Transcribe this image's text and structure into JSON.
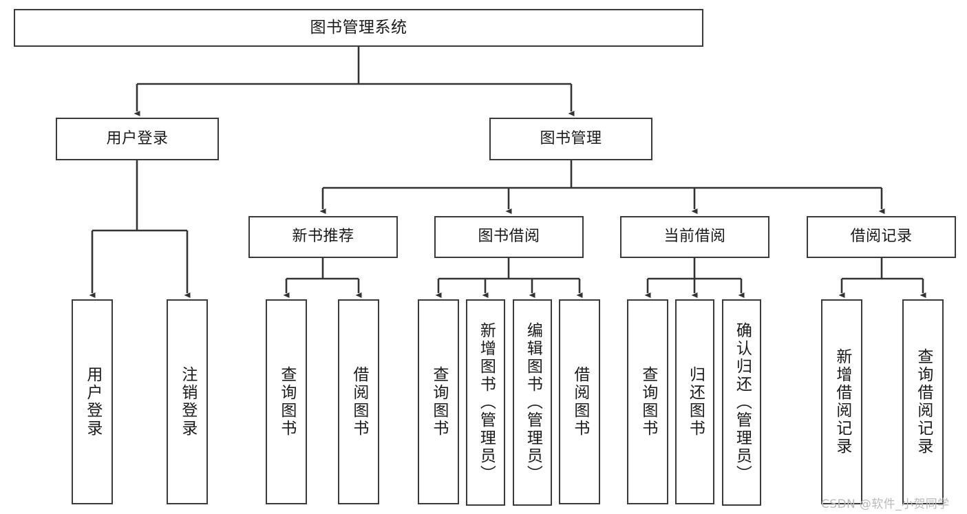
{
  "diagram": {
    "title": "图书管理系统",
    "type": "tree-hierarchy-diagram",
    "colors": {
      "box_border": "#3a3a3a",
      "box_fill": "#ffffff",
      "edge": "#333333",
      "text": "#1a1a1a",
      "watermark": "#b9b9b9",
      "background": "#ffffff"
    },
    "nodes": {
      "root": {
        "label": "图书管理系统"
      },
      "level1": [
        {
          "label": "用户登录"
        },
        {
          "label": "图书管理"
        }
      ],
      "level2": [
        {
          "label": "新书推荐"
        },
        {
          "label": "图书借阅"
        },
        {
          "label": "当前借阅"
        },
        {
          "label": "借阅记录"
        }
      ],
      "leaves": {
        "user_login": [
          {
            "label": "用户登录"
          },
          {
            "label": "注销登录"
          }
        ],
        "new_book_recommend": [
          {
            "label": "查询图书"
          },
          {
            "label": "借阅图书"
          }
        ],
        "book_borrow": [
          {
            "label": "查询图书"
          },
          {
            "label": "新增图书（管理员）"
          },
          {
            "label": "编辑图书（管理员）"
          },
          {
            "label": "借阅图书"
          }
        ],
        "current_borrow": [
          {
            "label": "查询图书"
          },
          {
            "label": "归还图书"
          },
          {
            "label": "确认归还（管理员）"
          }
        ],
        "borrow_record": [
          {
            "label": "新增借阅记录"
          },
          {
            "label": "查询借阅记录"
          }
        ]
      }
    },
    "watermark": "CSDN @软件_小贺同学"
  }
}
